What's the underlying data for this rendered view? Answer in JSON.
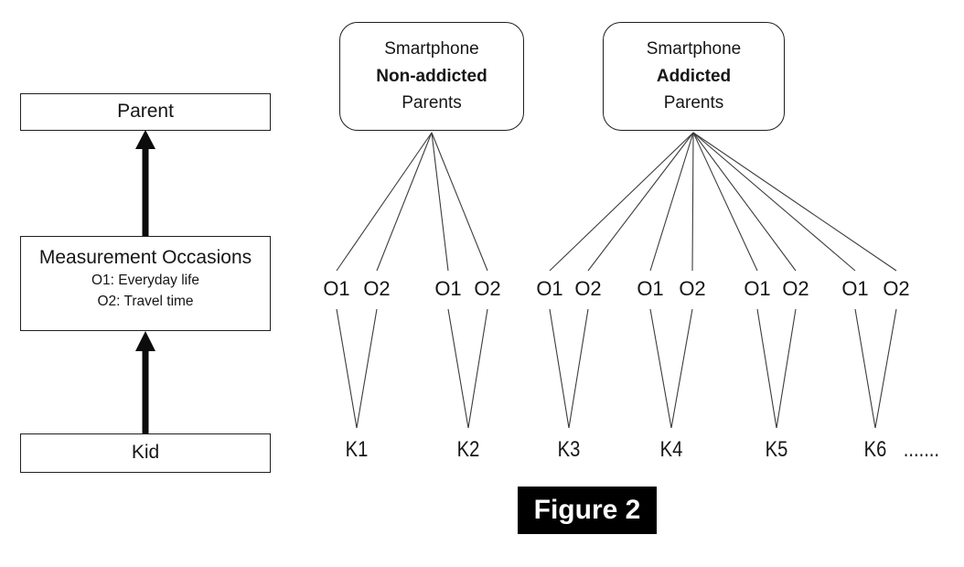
{
  "colors": {
    "background": "#ffffff",
    "ink": "#161616",
    "line": "#3c3c3c",
    "caption_bg": "#000000",
    "caption_text": "#ffffff"
  },
  "left_flow": {
    "parent_box": "Parent",
    "measurement_box": {
      "title": "Measurement Occasions",
      "occasion1": "O1: Everyday life",
      "occasion2": "O2: Travel time"
    },
    "kid_box": "Kid"
  },
  "parent_groups": [
    {
      "line1": "Smartphone",
      "line2_bold": "Non-addicted",
      "line3": "Parents"
    },
    {
      "line1": "Smartphone",
      "line2_bold": "Addicted",
      "line3": "Parents"
    }
  ],
  "occasion_pairs": [
    {
      "o1": "O1",
      "o2": "O2"
    },
    {
      "o1": "O1",
      "o2": "O2"
    },
    {
      "o1": "O1",
      "o2": "O2"
    },
    {
      "o1": "O1",
      "o2": "O2"
    },
    {
      "o1": "O1",
      "o2": "O2"
    },
    {
      "o1": "O1",
      "o2": "O2"
    }
  ],
  "kids": [
    {
      "label": "K1",
      "suffix": ""
    },
    {
      "label": "K2",
      "suffix": ""
    },
    {
      "label": "K3",
      "suffix": ""
    },
    {
      "label": "K4",
      "suffix": ""
    },
    {
      "label": "K5",
      "suffix": ""
    },
    {
      "label": "K6",
      "suffix": " ......."
    }
  ],
  "caption": "Figure 2"
}
